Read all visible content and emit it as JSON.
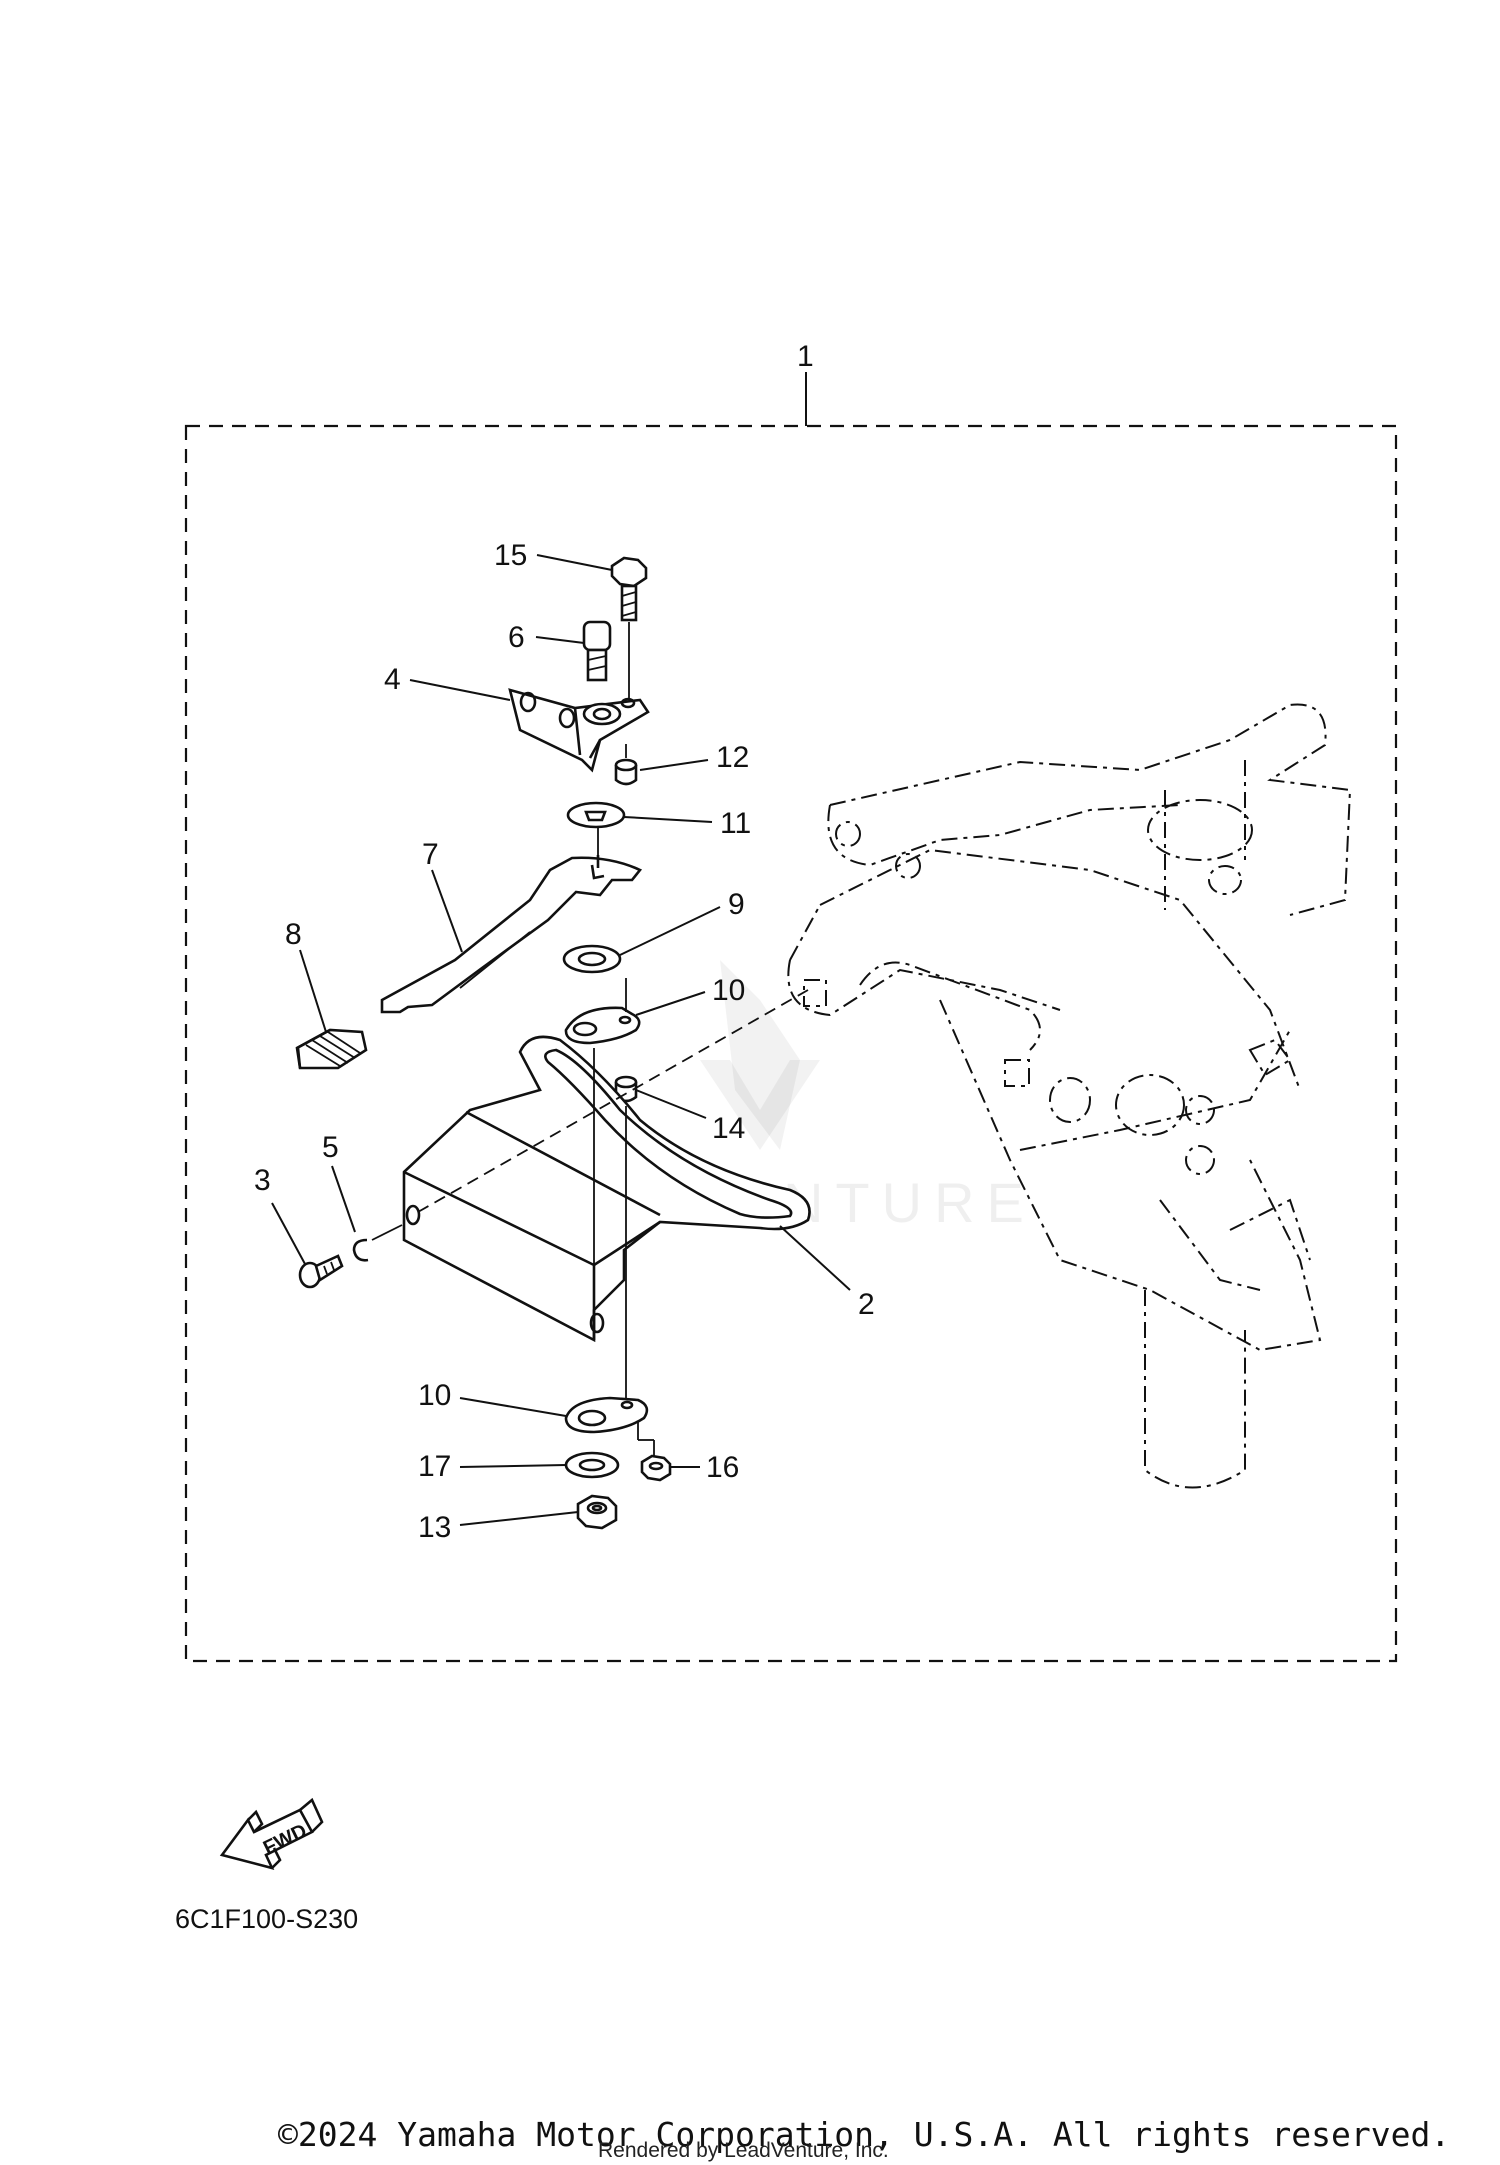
{
  "diagram": {
    "callouts": [
      {
        "id": "c1",
        "label": "1"
      },
      {
        "id": "c15",
        "label": "15"
      },
      {
        "id": "c6",
        "label": "6"
      },
      {
        "id": "c4",
        "label": "4"
      },
      {
        "id": "c12",
        "label": "12"
      },
      {
        "id": "c11",
        "label": "11"
      },
      {
        "id": "c7",
        "label": "7"
      },
      {
        "id": "c9",
        "label": "9"
      },
      {
        "id": "c8",
        "label": "8"
      },
      {
        "id": "c10a",
        "label": "10"
      },
      {
        "id": "c14",
        "label": "14"
      },
      {
        "id": "c5",
        "label": "5"
      },
      {
        "id": "c3",
        "label": "3"
      },
      {
        "id": "c2",
        "label": "2"
      },
      {
        "id": "c10b",
        "label": "10"
      },
      {
        "id": "c17",
        "label": "17"
      },
      {
        "id": "c16",
        "label": "16"
      },
      {
        "id": "c13",
        "label": "13"
      }
    ],
    "fwd_label": "FWD",
    "diagram_code": "6C1F100-S230",
    "watermark": "LEADVENTURE"
  },
  "footer": {
    "copyright": "©2024 Yamaha Motor Corporation, U.S.A. All rights reserved.",
    "rendered_by": "Rendered by LeadVenture, Inc."
  }
}
